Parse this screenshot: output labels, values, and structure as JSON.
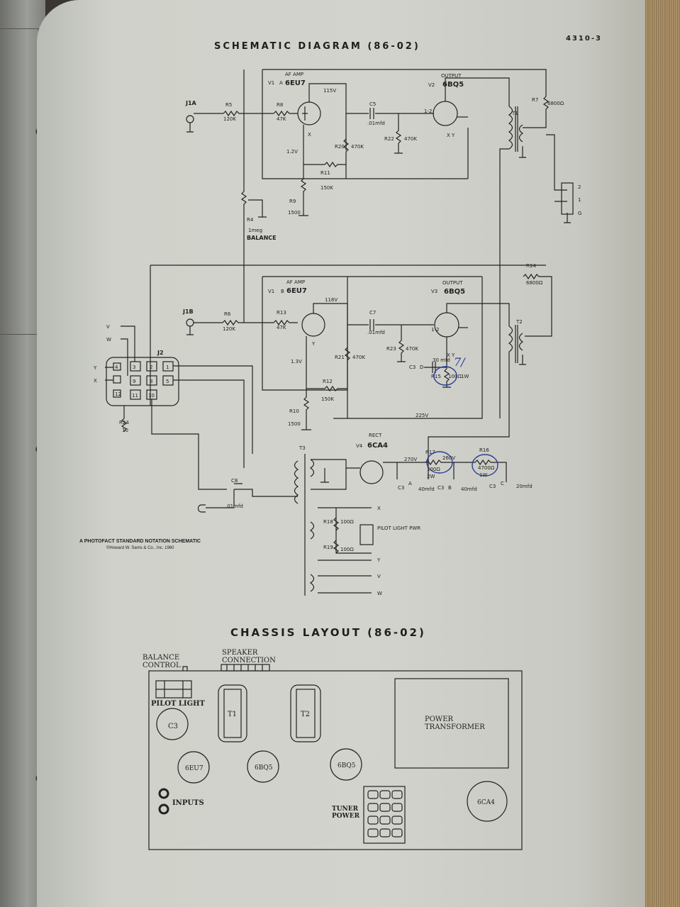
{
  "page": {
    "page_number": "4310-3",
    "schematic_title": "SCHEMATIC DIAGRAM (86-02)",
    "chassis_title": "CHASSIS LAYOUT (86-02)",
    "notation": "A PHOTOFACT STANDARD NOTATION SCHEMATIC",
    "copyright": "©Howard W. Sams & Co., Inc. 1960"
  },
  "schematic": {
    "jacks": {
      "j1a": "J1A",
      "j1b": "J1B",
      "j2": "J2"
    },
    "tubes": {
      "v1a": {
        "id": "V1",
        "suffix": "A",
        "role": "AF AMP",
        "type": "6EU7",
        "voltage": "115V"
      },
      "v2": {
        "id": "V2",
        "role": "OUTPUT",
        "type": "6BQ5"
      },
      "v1b": {
        "id": "V1",
        "suffix": "B",
        "role": "AF AMP",
        "type": "6EU7",
        "voltage": "118V"
      },
      "v3": {
        "id": "V3",
        "role": "OUTPUT",
        "type": "6BQ5"
      },
      "v4": {
        "id": "V4",
        "role": "RECT",
        "type": "6CA4"
      }
    },
    "resistors": {
      "r5": {
        "id": "R5",
        "value": "120K"
      },
      "r8": {
        "id": "R8",
        "value": "47K"
      },
      "r20": {
        "id": "R20",
        "value": "470K"
      },
      "r22": {
        "id": "R22",
        "value": "470K"
      },
      "r11": {
        "id": "R11",
        "value": "150K"
      },
      "r9": {
        "id": "R9",
        "value": "1500"
      },
      "r7": {
        "id": "R7",
        "value": "6800Ω"
      },
      "r4": {
        "id": "R4",
        "value": "1meg",
        "label": "BALANCE"
      },
      "r14": {
        "id": "R14",
        "value": "6800Ω"
      },
      "r6": {
        "id": "R6",
        "value": "120K"
      },
      "r13": {
        "id": "R13",
        "value": "47K"
      },
      "r21": {
        "id": "R21",
        "value": "470K"
      },
      "r23": {
        "id": "R23",
        "value": "470K"
      },
      "r12": {
        "id": "R12",
        "value": "150K"
      },
      "r10": {
        "id": "R10",
        "value": "1500"
      },
      "r24": {
        "id": "R24",
        "value": "10"
      },
      "r15": {
        "id": "R15",
        "value": "100Ω",
        "rating": "1W"
      },
      "r17": {
        "id": "R17",
        "value": "100Ω",
        "rating": "2W"
      },
      "r16": {
        "id": "R16",
        "value": "4700Ω",
        "rating": "1W"
      },
      "r18": {
        "id": "R18",
        "value": "100Ω"
      },
      "r19": {
        "id": "R19",
        "value": "100Ω"
      }
    },
    "capacitors": {
      "c5": {
        "id": "C5",
        "value": ".01mfd"
      },
      "c7": {
        "id": "C7",
        "value": ".01mfd"
      },
      "c8": {
        "id": "C8",
        "value": ".01mfd"
      },
      "c3d": {
        "id": "C3",
        "suffix": "D",
        "value": "30 mfd"
      },
      "c3a": {
        "id": "C3",
        "suffix": "A",
        "value": "40mfd"
      },
      "c3b": {
        "id": "C3",
        "suffix": "B",
        "value": "40mfd"
      },
      "c3c": {
        "id": "C3",
        "suffix": "C",
        "value": "20mfd"
      }
    },
    "transformers": {
      "t1": "T1",
      "t2": "T2",
      "t3": "T3"
    },
    "voltages": {
      "v12": "1.2V",
      "v13": "1.3V",
      "v225": "225V",
      "v270": "270V",
      "v260": "260V"
    },
    "pin_labels": {
      "p12": "1-2",
      "xy": "X Y",
      "x": "X",
      "y": "Y",
      "v": "V",
      "w": "W"
    },
    "speaker_terminals": [
      "2",
      "1",
      "G"
    ],
    "j2_pins": [
      "3",
      "2",
      "1",
      "12",
      "11",
      "8",
      "5",
      "4",
      "9",
      "10"
    ],
    "pilot_light": "PILOT LIGHT PWR",
    "handwritten": "7/"
  },
  "chassis": {
    "balance_control": "BALANCE\nCONTROL",
    "speaker_connection": "SPEAKER\nCONNECTION",
    "pilot_light": "PILOT LIGHT",
    "c3": "C3",
    "t1": "T1",
    "t2": "T2",
    "power_transformer": "POWER\nTRANSFORMER",
    "tubes": [
      "6EU7",
      "6BQ5",
      "6BQ5"
    ],
    "rectifier": "6CA4",
    "inputs": "INPUTS",
    "tuner_power": "TUNER\nPOWER"
  }
}
